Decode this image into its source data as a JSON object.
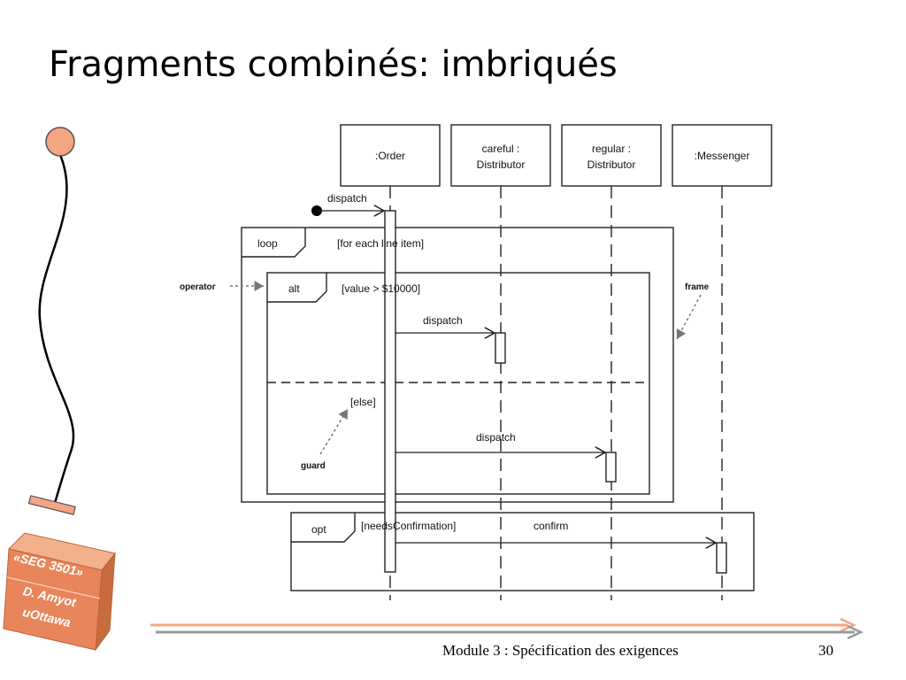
{
  "slide": {
    "title": "Fragments combinés: imbriqués",
    "footer": "Module 3 : Spécification des exigences",
    "page_number": "30"
  },
  "badge": {
    "course": "«SEG 3501»",
    "author": "D. Amyot",
    "institution": "uOttawa"
  },
  "diagram": {
    "lifelines": {
      "order": ":Order",
      "careful_line1": "careful :",
      "careful_line2": "Distributor",
      "regular_line1": "regular :",
      "regular_line2": "Distributor",
      "messenger": ":Messenger"
    },
    "messages": {
      "dispatch_found": "dispatch",
      "dispatch_careful": "dispatch",
      "dispatch_regular": "dispatch",
      "confirm": "confirm"
    },
    "fragments": {
      "loop_operator": "loop",
      "loop_guard": "[for each line item]",
      "alt_operator": "alt",
      "alt_guard": "[value > $10000]",
      "else_guard": "[else]",
      "opt_operator": "opt",
      "opt_guard": "[needsConfirmation]"
    },
    "annotations": {
      "operator": "operator",
      "frame": "frame",
      "guard": "guard"
    }
  },
  "colors": {
    "accent_orange": "#f4a582",
    "badge_orange": "#e8855a",
    "line_gray": "#444444"
  }
}
